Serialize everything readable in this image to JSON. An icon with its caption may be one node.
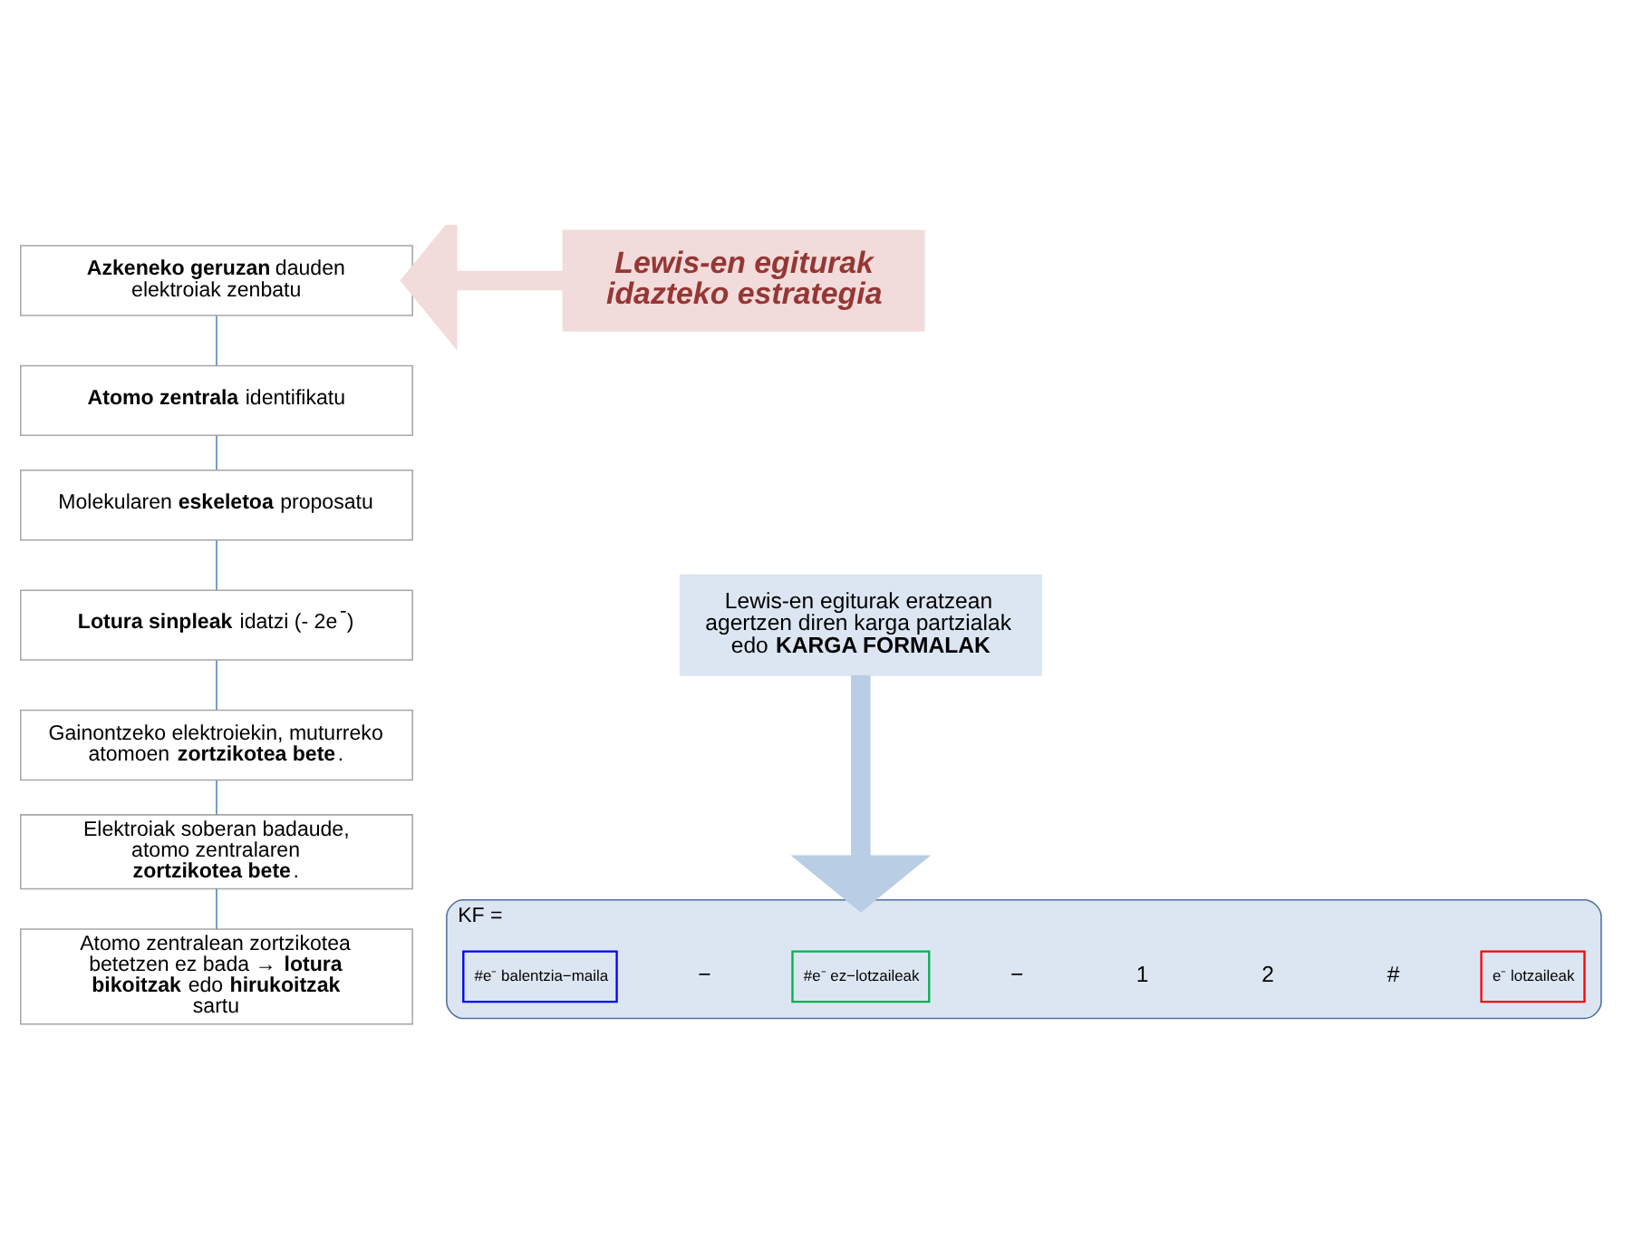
{
  "diagram": {
    "nodes": [
      {
        "text": [
          "**Azkeneko geruzan** dauden elektroiak zenbatu"
        ]
      },
      {
        "text": [
          "**Atomo zentrala** identifikatu"
        ]
      },
      {
        "text": [
          "Molekularen **eskeletoa** proposatu"
        ]
      },
      {
        "text": [
          "**Lotura sinpleak** idatzi (- 2e$^{-}$)"
        ]
      },
      {
        "text": [
          "Gainontzeko elektroiekin, muturreko atomoen **zortzikotea bete**."
        ]
      },
      {
        "text": [
          "Elektroiak soberan badaude, atomo zentralaren **zortzikotea bete**."
        ]
      },
      {
        "text": [
          "Atomo zentralean zortzikotea betetzen ez bada → **lotura bikoitzak** edo **hirukoitzak** sartu"
        ]
      },
      {
        "text": [
          "Lewis-en egiturak idazteko estrategia"
        ]
      },
      {
        "text": [
          "Lewis-en egiturak eratzean agertzen diren karga partzialak edo **KARGA FORMALAK**"
        ]
      },
      {
        "text": [
          "KF ="
        ]
      },
      {
        "text": [
          "#e⁻ balentzia−maila"
        ],
        "in": 9
      },
      {
        "text": [
          "#e⁻ ez−lotzaileak"
        ],
        "in": 9
      },
      {
        "text": [
          "e⁻ lotzaileak"
        ],
        "in": 9
      }
    ],
    "edges": [
      {
        "from": 0,
        "to": 1,
        "arrow": "none"
      },
      {
        "from": 1,
        "to": 2,
        "arrow": "none"
      },
      {
        "from": 2,
        "to": 3,
        "arrow": "none"
      },
      {
        "from": 3,
        "to": 4,
        "arrow": "none"
      },
      {
        "from": 4,
        "to": 5,
        "arrow": "none"
      },
      {
        "from": 5,
        "to": 6,
        "arrow": "none"
      },
      {
        "from": 7,
        "to": 0,
        "arrow": "to",
        "style": "thick",
        "color": "#f2dcdb"
      },
      {
        "from": 8,
        "to": 9,
        "arrow": "to",
        "style": "thick",
        "color": "#b9cde5"
      }
    ],
    "labels": [
      "−",
      "−",
      "1",
      "2",
      "#"
    ]
  }
}
